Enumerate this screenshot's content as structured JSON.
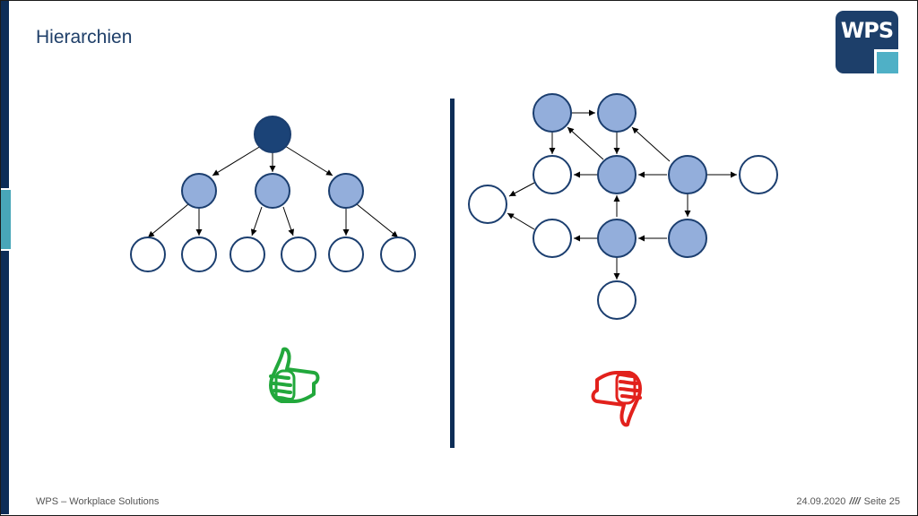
{
  "slide": {
    "title": "Hierarchien",
    "logo_text": "WPS",
    "footer_left": "WPS – Workplace Solutions",
    "footer_date": "24.09.2020",
    "footer_separator": "////",
    "footer_page": "Seite 25"
  },
  "colors": {
    "root_node": "#1b4377",
    "mid_node": "#93aedb",
    "leaf_node": "#ffffff",
    "node_stroke": "#1b3e6f",
    "divider": "#0d2d57",
    "thumbs_up": "#22a83c",
    "thumbs_down": "#e2211c"
  },
  "icons": {
    "good": "thumbs-up-icon",
    "bad": "thumbs-down-icon"
  }
}
